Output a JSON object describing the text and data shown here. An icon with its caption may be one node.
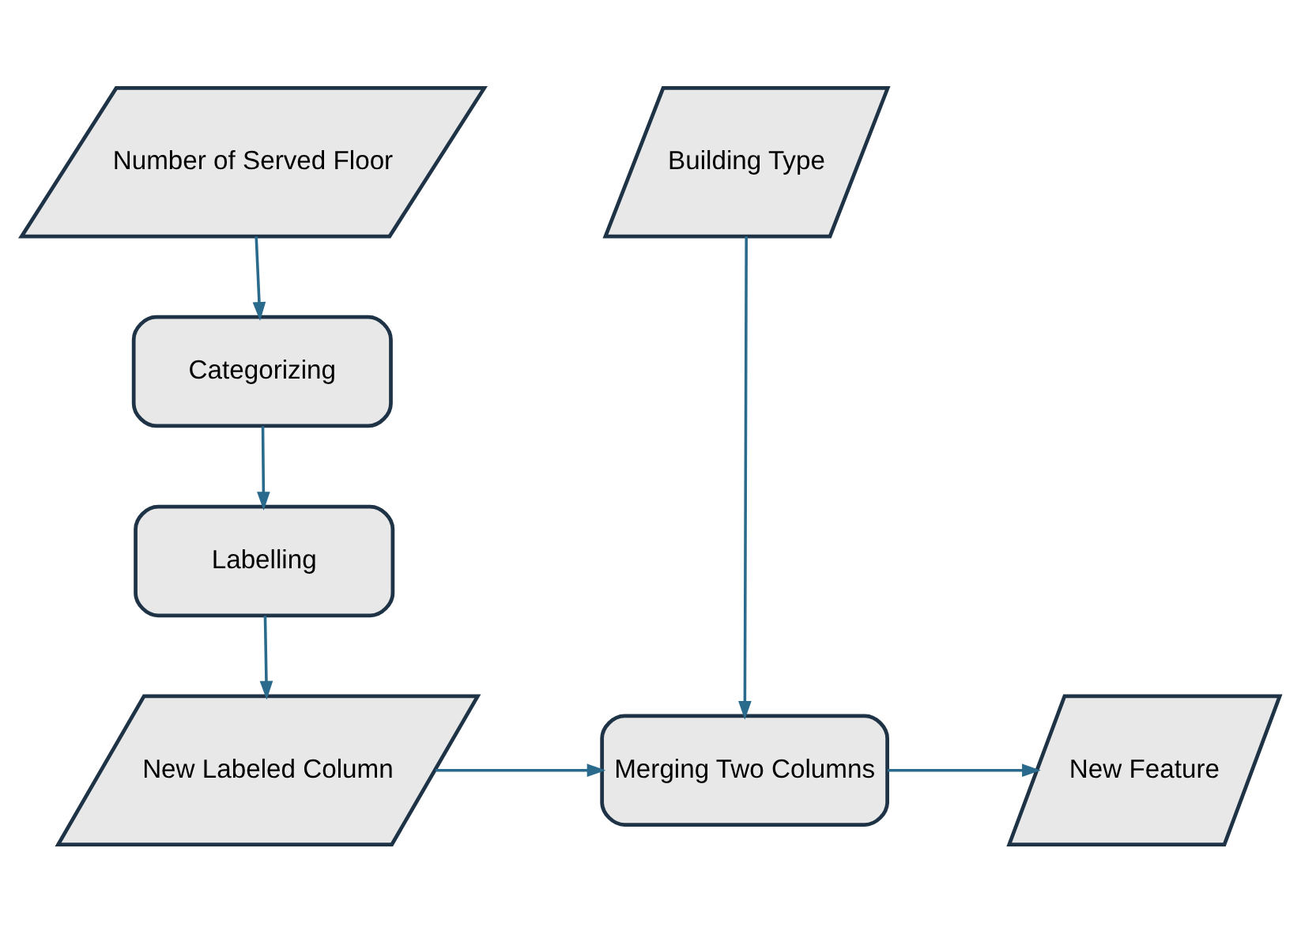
{
  "diagram": {
    "nodes": [
      {
        "text": [
          "Number of Served Floor"
        ]
      },
      {
        "text": [
          "Building Type"
        ]
      },
      {
        "text": [
          "Categorizing"
        ]
      },
      {
        "text": [
          "Labelling"
        ]
      },
      {
        "text": [
          "New Labeled Column"
        ]
      },
      {
        "text": [
          "Merging Two Columns"
        ]
      },
      {
        "text": [
          "New Feature"
        ]
      }
    ],
    "edges": [
      {
        "from": 0,
        "to": 2,
        "arrow": "to"
      },
      {
        "from": 2,
        "to": 3,
        "arrow": "to"
      },
      {
        "from": 3,
        "to": 4,
        "arrow": "to"
      },
      {
        "from": 4,
        "to": 5,
        "arrow": "to"
      },
      {
        "from": 1,
        "to": 5,
        "arrow": "to"
      },
      {
        "from": 5,
        "to": 6,
        "arrow": "to"
      }
    ]
  }
}
